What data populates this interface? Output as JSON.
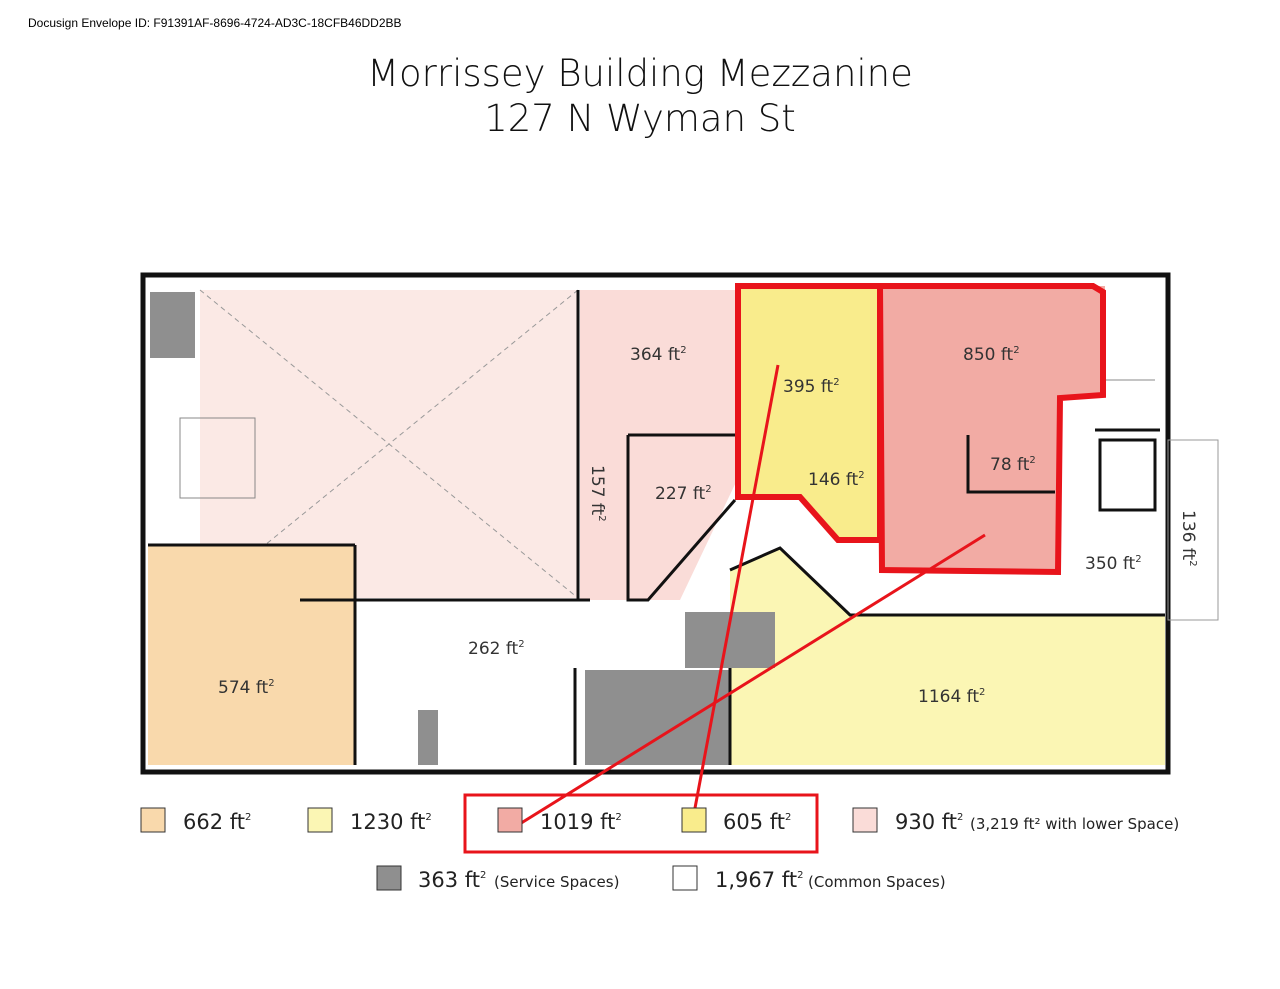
{
  "envelope_id": "Docusign Envelope ID: F91391AF-8696-4724-AD3C-18CFB46DD2BB",
  "title_line1": "Morrissey Building Mezzanine",
  "title_line2": "127 N Wyman St",
  "rooms": {
    "r364": "364 ft",
    "r395": "395 ft",
    "r850": "850 ft",
    "r157": "157 ft",
    "r227": "227 ft",
    "r146": "146 ft",
    "r78": "78 ft",
    "r136": "136 ft",
    "r350": "350 ft",
    "r262": "262 ft",
    "r574": "574 ft",
    "r1164": "1164 ft"
  },
  "sup": "2",
  "legend": [
    {
      "value": "662 ft",
      "note": "",
      "color": "#f9d9ac"
    },
    {
      "value": "1230 ft",
      "note": "",
      "color": "#fbf6b4"
    },
    {
      "value": "1019 ft",
      "note": "",
      "color": "#f2aba4"
    },
    {
      "value": "605 ft",
      "note": "",
      "color": "#f9ec8c"
    },
    {
      "value": "930 ft",
      "note": "(3,219 ft² with lower Space)",
      "color": "#fadcd8"
    },
    {
      "value": "363 ft",
      "note": "(Service Spaces)",
      "color": "#8f8f8f"
    },
    {
      "value": "1,967 ft",
      "note": "(Common Spaces)",
      "color": "#ffffff"
    }
  ],
  "highlight_color": "#e8141b"
}
